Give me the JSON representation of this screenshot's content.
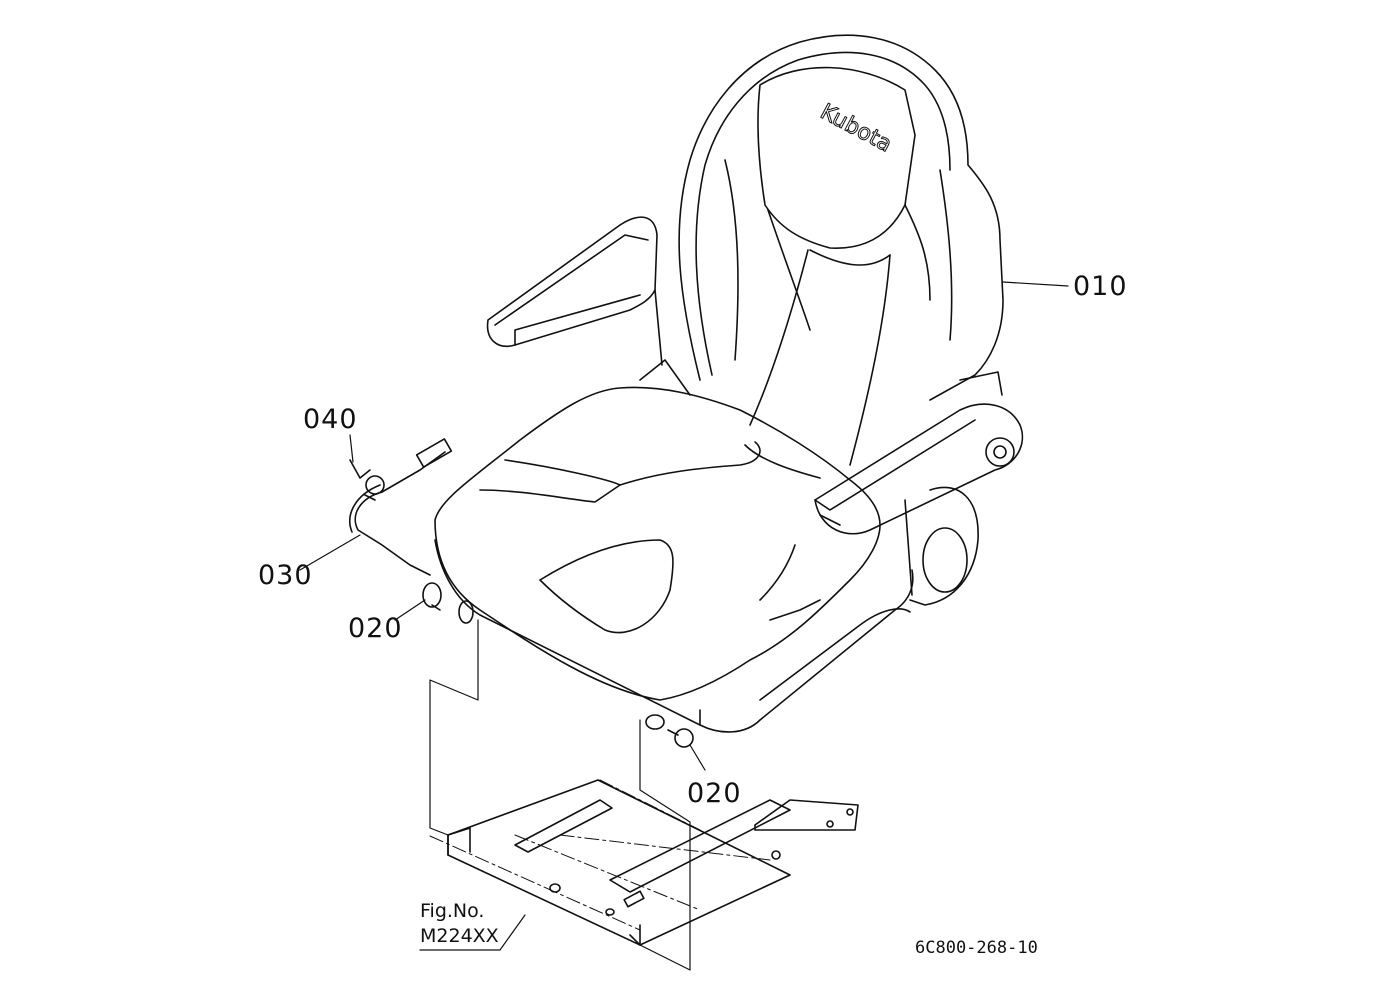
{
  "brand_mark": "Kubota",
  "callouts": {
    "p010": "010",
    "p020_left": "020",
    "p020_right": "020",
    "p030": "030",
    "p040": "040"
  },
  "figure": {
    "label": "Fig.No.",
    "number": "M224XX"
  },
  "drawing_id": "6C800-268-10"
}
